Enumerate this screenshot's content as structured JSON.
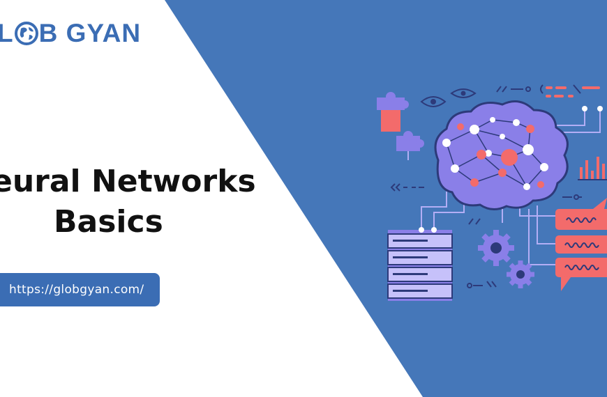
{
  "brand": {
    "name_left": "L",
    "name_right": "B GYAN",
    "name_full": "GLOB GYAN"
  },
  "headline": {
    "line1": "eural Networks",
    "line2": "Basics"
  },
  "url": {
    "text": "https://globgyan.com/"
  },
  "colors": {
    "blue": "#4577b9",
    "brand_blue": "#3b6db4",
    "purple": "#8a7fe8",
    "coral": "#f36b6b",
    "white": "#ffffff"
  },
  "icons": [
    "globe-icon",
    "brain-icon",
    "server-icon",
    "gear-icon",
    "puzzle-icon",
    "eye-icon",
    "chat-bubble-icon",
    "bar-chart-icon"
  ]
}
